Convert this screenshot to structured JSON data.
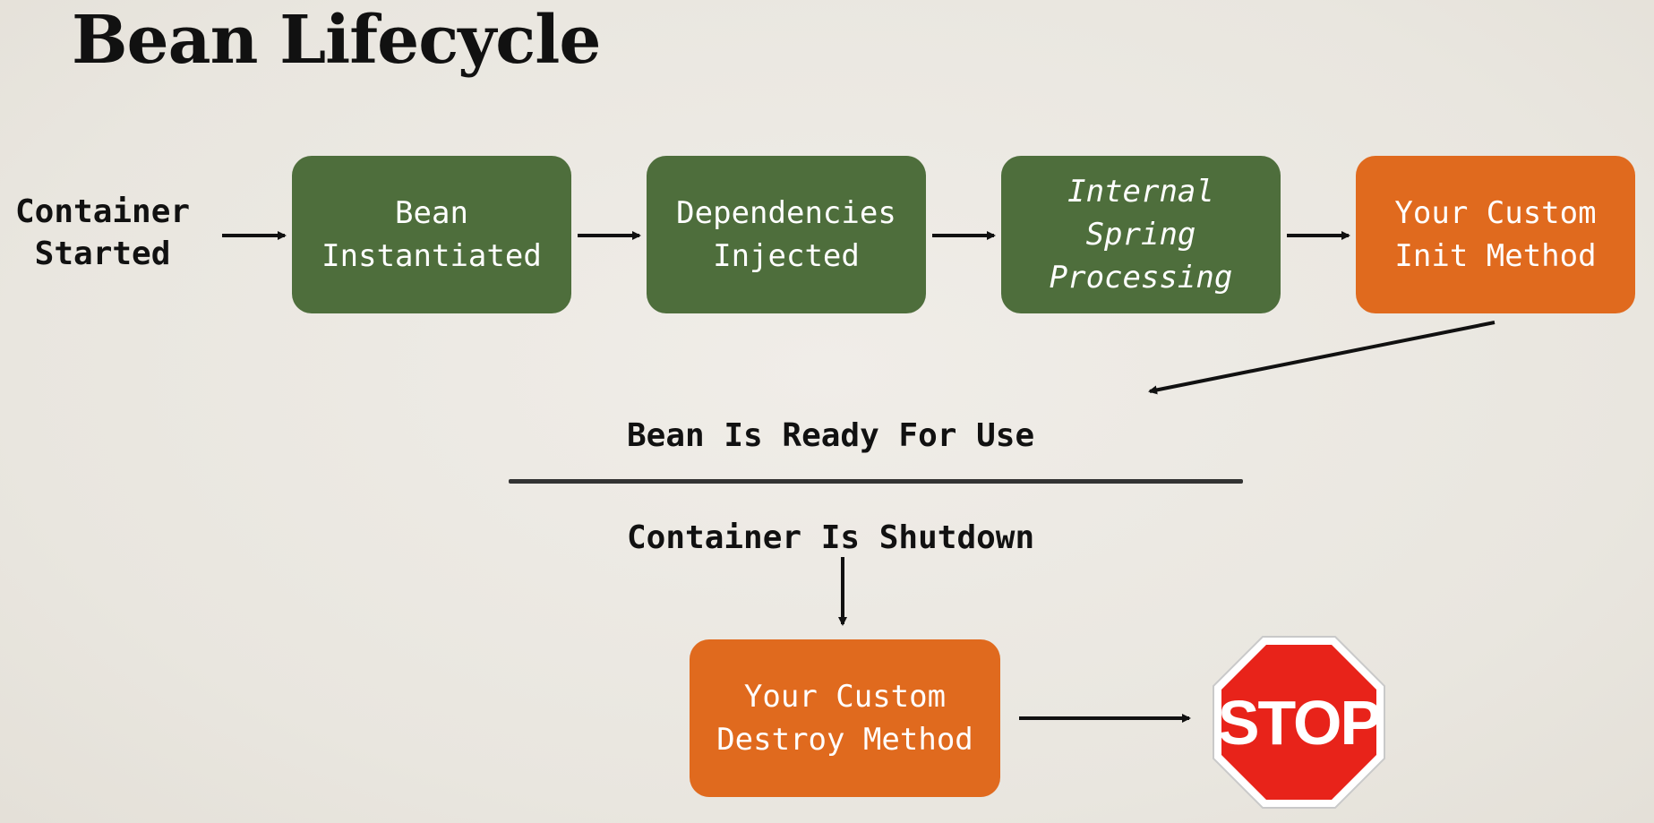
{
  "title": "Bean Lifecycle",
  "start_label": "Container\nStarted",
  "steps": [
    {
      "label": "Bean\nInstantiated",
      "color": "#4e6e3c"
    },
    {
      "label": "Dependencies\nInjected",
      "color": "#4e6e3c"
    },
    {
      "label": "Internal\nSpring\nProcessing",
      "color": "#4e6e3c"
    },
    {
      "label": "Your Custom\nInit Method",
      "color": "#e06a1e"
    }
  ],
  "ready_label": "Bean Is Ready For Use",
  "shutdown_label": "Container Is Shutdown",
  "destroy_step": {
    "label": "Your Custom\nDestroy Method",
    "color": "#e06a1e"
  },
  "stop_sign": {
    "text": "STOP",
    "color": "#e8231a",
    "icon": "stop-sign-icon"
  }
}
